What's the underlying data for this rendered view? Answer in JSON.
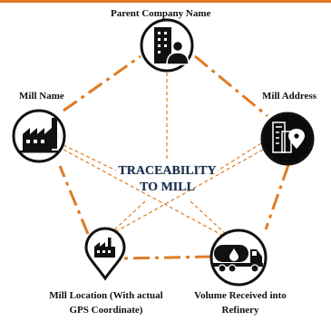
{
  "diagram": {
    "title_line1": "TRACEABILITY",
    "title_line2": "TO MILL",
    "nodes": {
      "parent_company": {
        "label": "Parent Company Name",
        "icon": "office-building-person-icon"
      },
      "mill_name": {
        "label": "Mill Name",
        "icon": "factory-icon"
      },
      "mill_address": {
        "label": "Mill Address",
        "icon": "building-location-pin-icon"
      },
      "mill_location": {
        "label_line1": "Mill Location (With actual",
        "label_line2": "GPS Coordinate)",
        "icon": "map-pin-factory-icon"
      },
      "volume_received": {
        "label_line1": "Volume Received into",
        "label_line2": "Refinery",
        "icon": "tanker-truck-icon"
      }
    },
    "colors": {
      "accent": "#e07b24",
      "node_stroke": "#111111",
      "title": "#1b2f4a"
    }
  }
}
